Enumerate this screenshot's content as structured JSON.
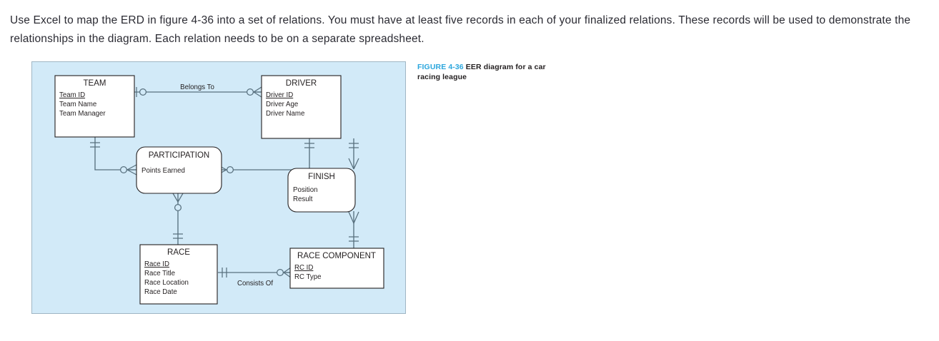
{
  "question": {
    "text": "Use Excel to map the ERD in figure 4-36 into a set of relations. You must have at least five records in each of your finalized relations. These records will be used to demonstrate the relationships in the diagram. Each relation needs to be on a separate spreadsheet."
  },
  "figure": {
    "number": "FIGURE 4-36",
    "caption": "EER diagram for a car racing league",
    "panel_bg": "#d2eaf8",
    "number_color": "#2ba6dd"
  },
  "diagram": {
    "type": "eer-diagram",
    "entities": [
      {
        "id": "team",
        "name": "TEAM",
        "shape": "rectangle",
        "attributes": [
          {
            "label": "Team ID",
            "key": true
          },
          {
            "label": "Team Name",
            "key": false
          },
          {
            "label": "Team Manager",
            "key": false
          }
        ]
      },
      {
        "id": "driver",
        "name": "DRIVER",
        "shape": "rectangle",
        "attributes": [
          {
            "label": "Driver ID",
            "key": true
          },
          {
            "label": "Driver Age",
            "key": false
          },
          {
            "label": "Driver Name",
            "key": false
          }
        ]
      },
      {
        "id": "participation",
        "name": "PARTICIPATION",
        "shape": "rounded-rectangle",
        "attributes": [
          {
            "label": "Points Earned",
            "key": false
          }
        ]
      },
      {
        "id": "finish",
        "name": "FINISH",
        "shape": "rounded-rectangle",
        "attributes": [
          {
            "label": "Position",
            "key": false
          },
          {
            "label": "Result",
            "key": false
          }
        ]
      },
      {
        "id": "race",
        "name": "RACE",
        "shape": "rectangle",
        "attributes": [
          {
            "label": "Race ID",
            "key": true
          },
          {
            "label": "Race Title",
            "key": false
          },
          {
            "label": "Race Location",
            "key": false
          },
          {
            "label": "Race Date",
            "key": false
          }
        ]
      },
      {
        "id": "race_component",
        "name": "RACE COMPONENT",
        "shape": "rectangle",
        "attributes": [
          {
            "label": "RC ID",
            "key": true
          },
          {
            "label": "RC Type",
            "key": false
          }
        ]
      }
    ],
    "relationships": [
      {
        "id": "belongs_to",
        "label": "Belongs To",
        "from": "team",
        "to": "driver",
        "from_cardinality": "optional-one",
        "to_cardinality": "optional-many"
      },
      {
        "id": "team_participation",
        "label": "",
        "from": "team",
        "to": "participation",
        "from_cardinality": "mandatory-one",
        "to_cardinality": "optional-many"
      },
      {
        "id": "driver_participation",
        "label": "",
        "from": "driver",
        "to": "participation",
        "from_cardinality": "mandatory-one",
        "to_cardinality": "optional-many"
      },
      {
        "id": "participation_race",
        "label": "",
        "from": "participation",
        "to": "race",
        "from_cardinality": "optional-many",
        "to_cardinality": "mandatory-one"
      },
      {
        "id": "driver_finish",
        "label": "",
        "from": "driver",
        "to": "finish",
        "from_cardinality": "mandatory-one",
        "to_cardinality": "many"
      },
      {
        "id": "finish_race_component",
        "label": "",
        "from": "finish",
        "to": "race_component",
        "from_cardinality": "many",
        "to_cardinality": "mandatory-one"
      },
      {
        "id": "consists_of",
        "label": "Consists Of",
        "from": "race",
        "to": "race_component",
        "from_cardinality": "mandatory-one",
        "to_cardinality": "optional-many"
      }
    ]
  }
}
